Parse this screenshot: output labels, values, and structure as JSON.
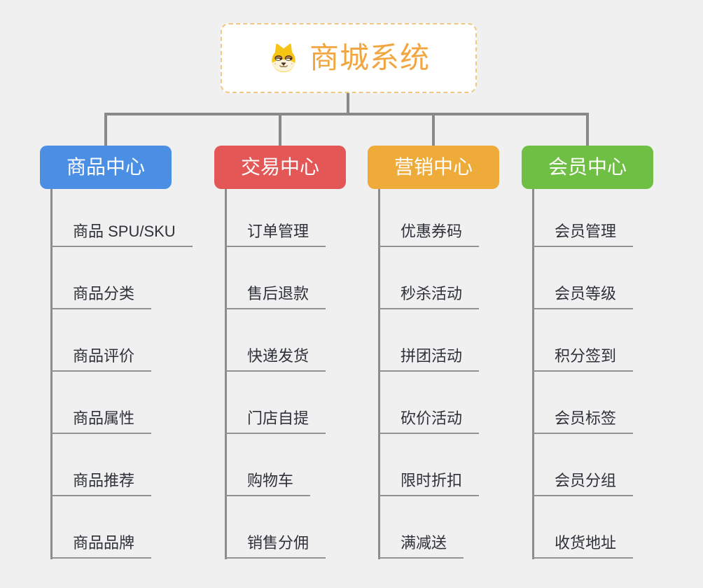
{
  "root": {
    "title": "商城系统",
    "text_color": "#F2A640",
    "border_color": "#F0C884",
    "icon": "dog-face-icon"
  },
  "connectors": {
    "line_color": "#898989"
  },
  "branches": [
    {
      "label": "商品中心",
      "color": "#4A8FE4",
      "items": [
        "商品 SPU/SKU",
        "商品分类",
        "商品评价",
        "商品属性",
        "商品推荐",
        "商品品牌"
      ]
    },
    {
      "label": "交易中心",
      "color": "#E45757",
      "items": [
        "订单管理",
        "售后退款",
        "快递发货",
        "门店自提",
        "购物车",
        "销售分佣"
      ]
    },
    {
      "label": "营销中心",
      "color": "#EEAB3A",
      "items": [
        "优惠券码",
        "秒杀活动",
        "拼团活动",
        "砍价活动",
        "限时折扣",
        "满减送"
      ]
    },
    {
      "label": "会员中心",
      "color": "#6FBF44",
      "items": [
        "会员管理",
        "会员等级",
        "积分签到",
        "会员标签",
        "会员分组",
        "收货地址"
      ]
    }
  ]
}
